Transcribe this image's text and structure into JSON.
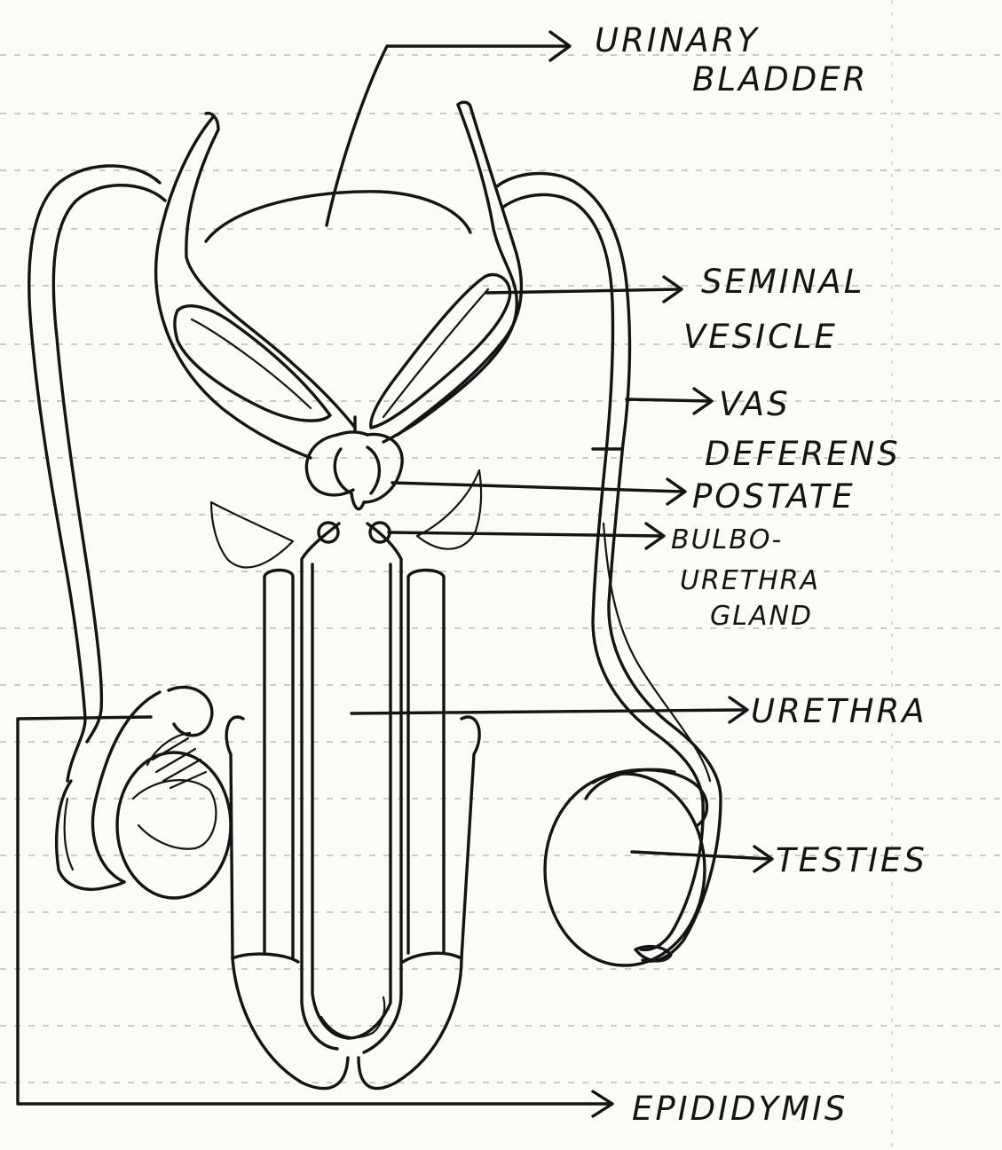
{
  "labels": {
    "urinary_1": "URINARY",
    "urinary_2": "BLADDER",
    "seminal_1": "SEMINAL",
    "seminal_2": "VESICLE",
    "vas_1": "VAS",
    "vas_2": "DEFERENS",
    "prostate": "POSTATE",
    "bulbo_1": "BULBO-",
    "bulbo_2": "URETHRA",
    "bulbo_3": "GLAND",
    "urethra": "URETHRA",
    "testis": "TESTIES",
    "epididymis": "EPIDIDYMIS"
  },
  "colors": {
    "ink": "#141414",
    "paper": "#fbfbf8",
    "ruling": "#b9b9b9"
  }
}
